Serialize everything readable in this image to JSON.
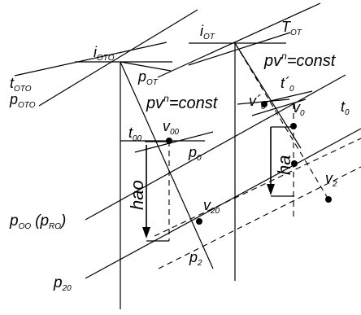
{
  "labels": {
    "i_oto": {
      "main": "i",
      "sub": "OTO"
    },
    "t_oto": {
      "main": "t",
      "sub": "OTO"
    },
    "p_oto": {
      "main": "p",
      "sub": "OTO"
    },
    "p_ot": {
      "main": "p",
      "sub": "OT"
    },
    "i_ot": {
      "main": "i",
      "sub": "OT"
    },
    "T_ot": {
      "main": "T",
      "sub": "OT"
    },
    "pvn_right": {
      "main": "pv",
      "sup": "n",
      "rest": "=const"
    },
    "pvn_left": {
      "main": "pv",
      "sup": "n",
      "rest": "=const"
    },
    "t_prime_0": {
      "main": "t´",
      "sub": "0"
    },
    "t_0": {
      "main": "t",
      "sub": "0"
    },
    "v_prime_0": {
      "main": "v´",
      "sub": "0"
    },
    "v_0": {
      "main": "v",
      "sub": "0"
    },
    "v_00": {
      "main": "v",
      "sub": "00"
    },
    "t_00": {
      "main": "t",
      "sub": "00"
    },
    "p_0": {
      "main": "p",
      "sub": "0"
    },
    "v_20": {
      "main": "v",
      "sub": "20"
    },
    "v_2": {
      "main": "v",
      "sub": "2"
    },
    "p_2": {
      "main": "p",
      "sub": "2"
    },
    "p_00": {
      "main": "p",
      "sub": "OO",
      "rest": "(p",
      "rest_sub": "RO",
      "close": ")"
    },
    "p_20": {
      "main": "p",
      "sub": "20"
    },
    "ha": "ha",
    "hao": "hao"
  }
}
